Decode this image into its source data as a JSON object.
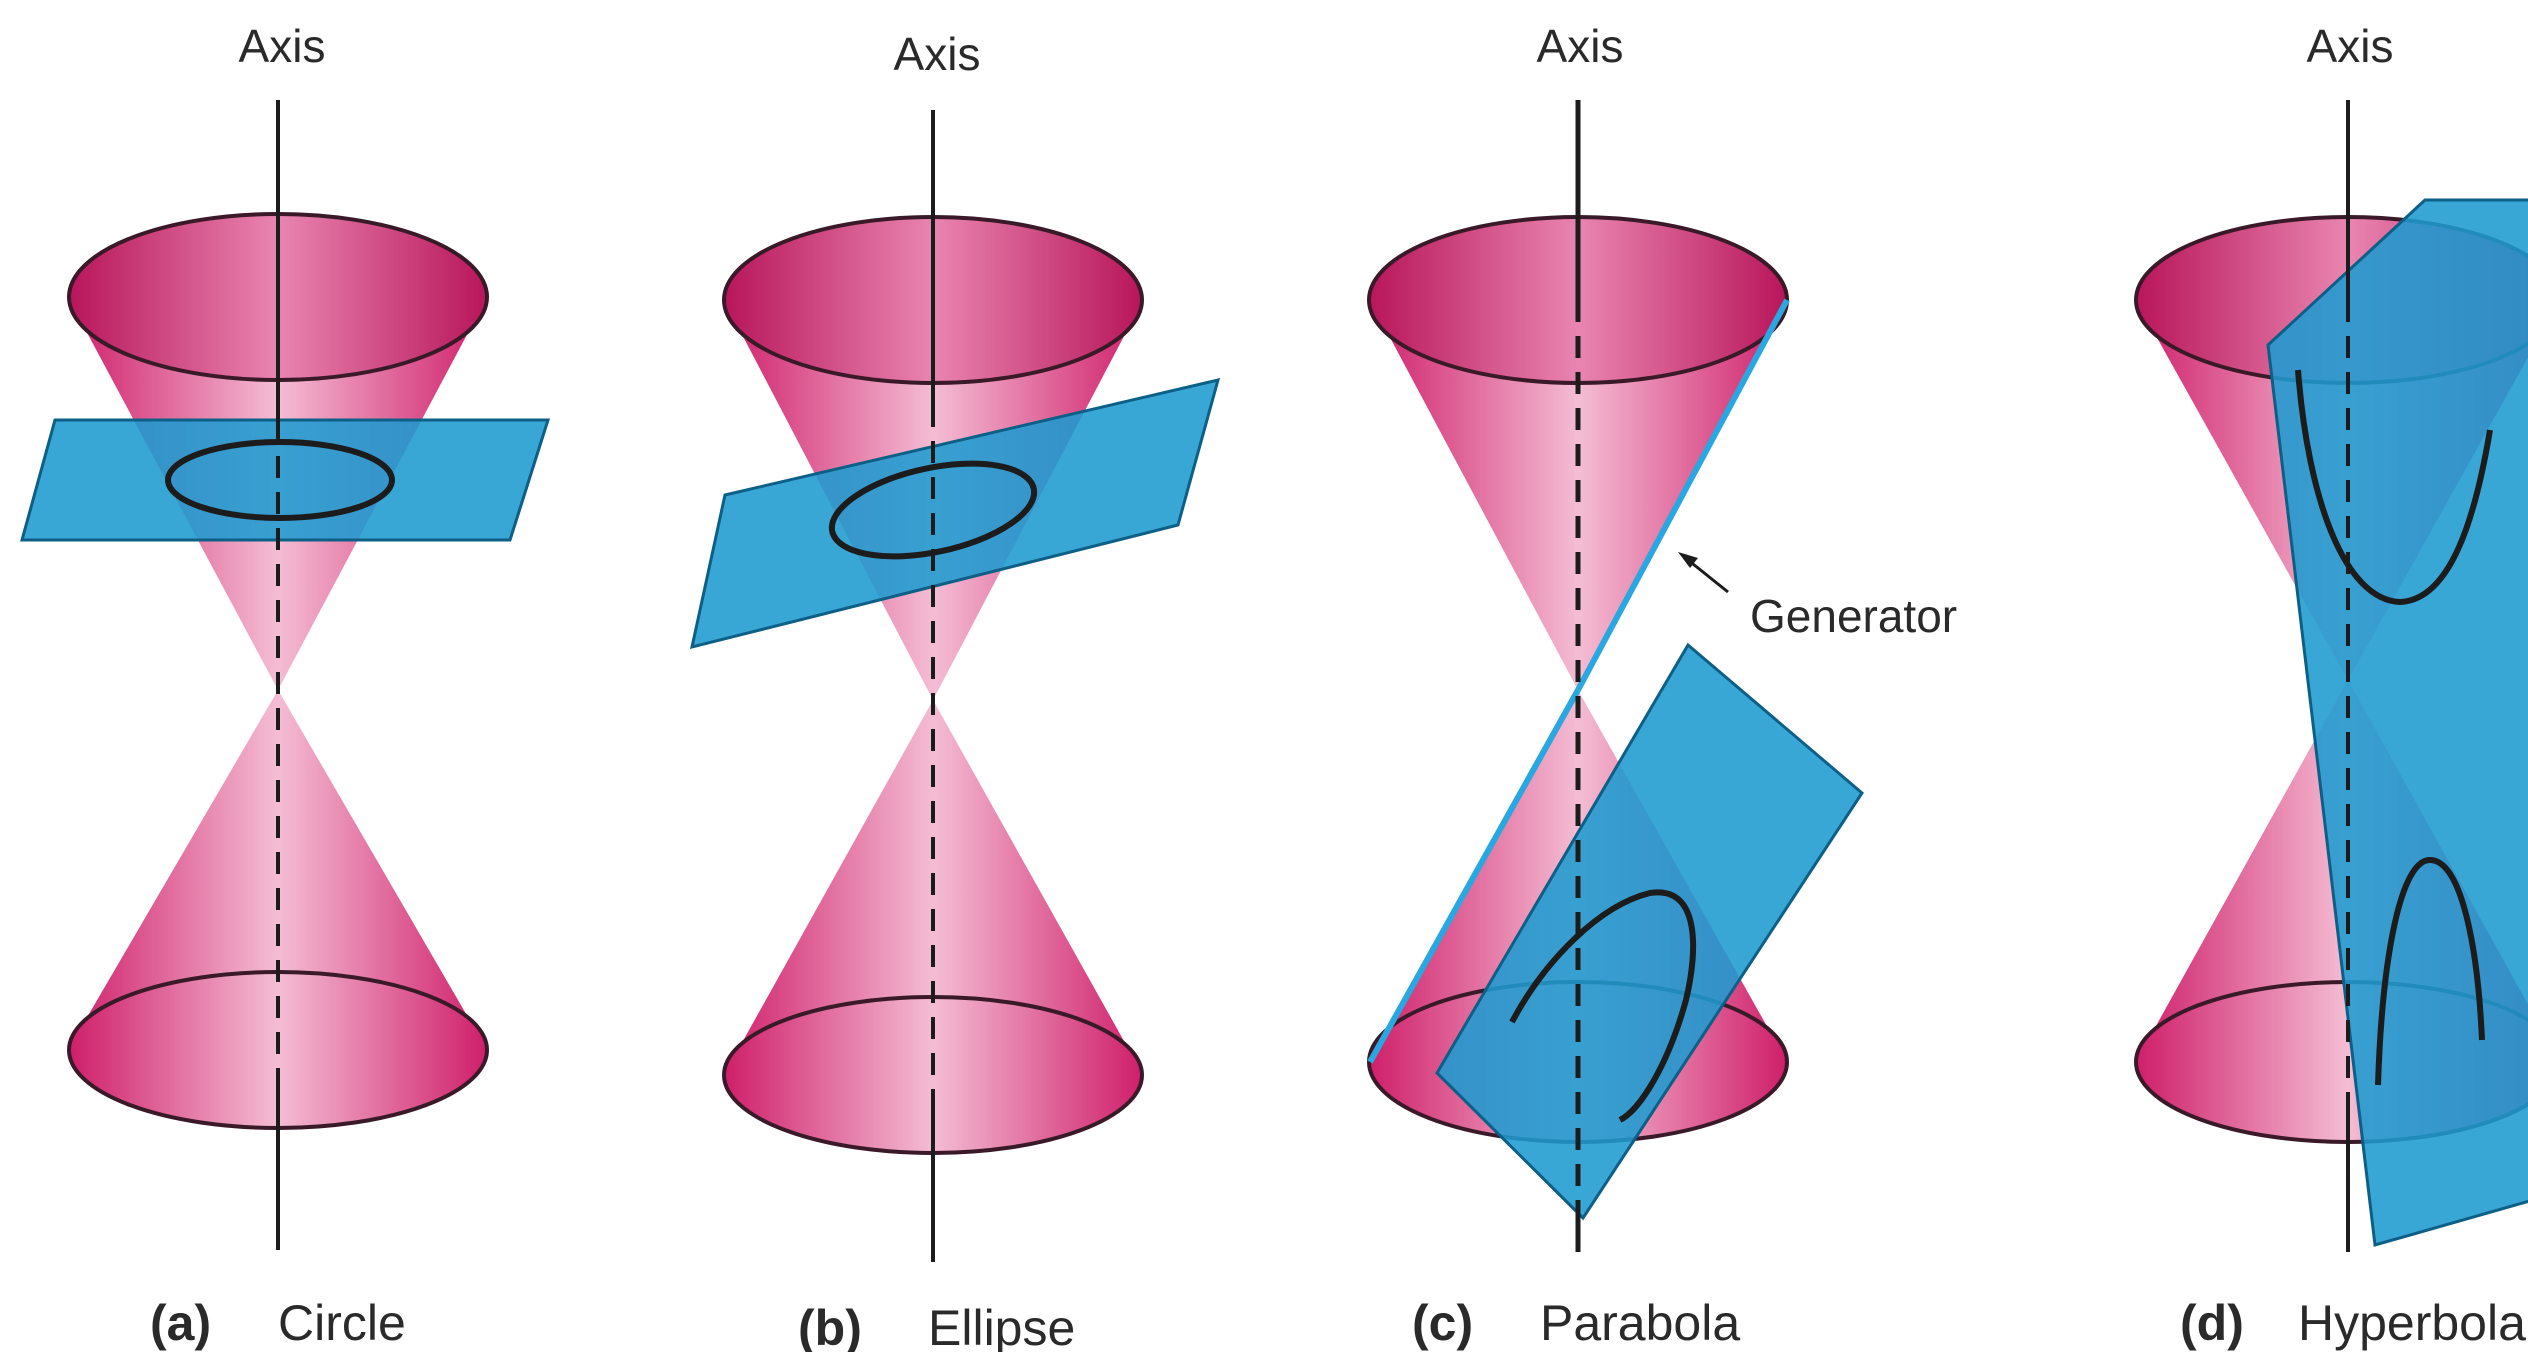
{
  "panels": [
    {
      "id": "a",
      "axis_label": "Axis",
      "letter": "(a)",
      "name": "Circle"
    },
    {
      "id": "b",
      "axis_label": "Axis",
      "letter": "(b)",
      "name": "Ellipse"
    },
    {
      "id": "c",
      "axis_label": "Axis",
      "letter": "(c)",
      "name": "Parabola"
    },
    {
      "id": "d",
      "axis_label": "Axis",
      "letter": "(d)",
      "name": "Hyperbola"
    }
  ],
  "generator_label": "Generator",
  "colors": {
    "cone": "#e0397d",
    "cone_highlight": "#f6c2d8",
    "plane": "#1e9bd0",
    "line": "#1c1c1c"
  }
}
